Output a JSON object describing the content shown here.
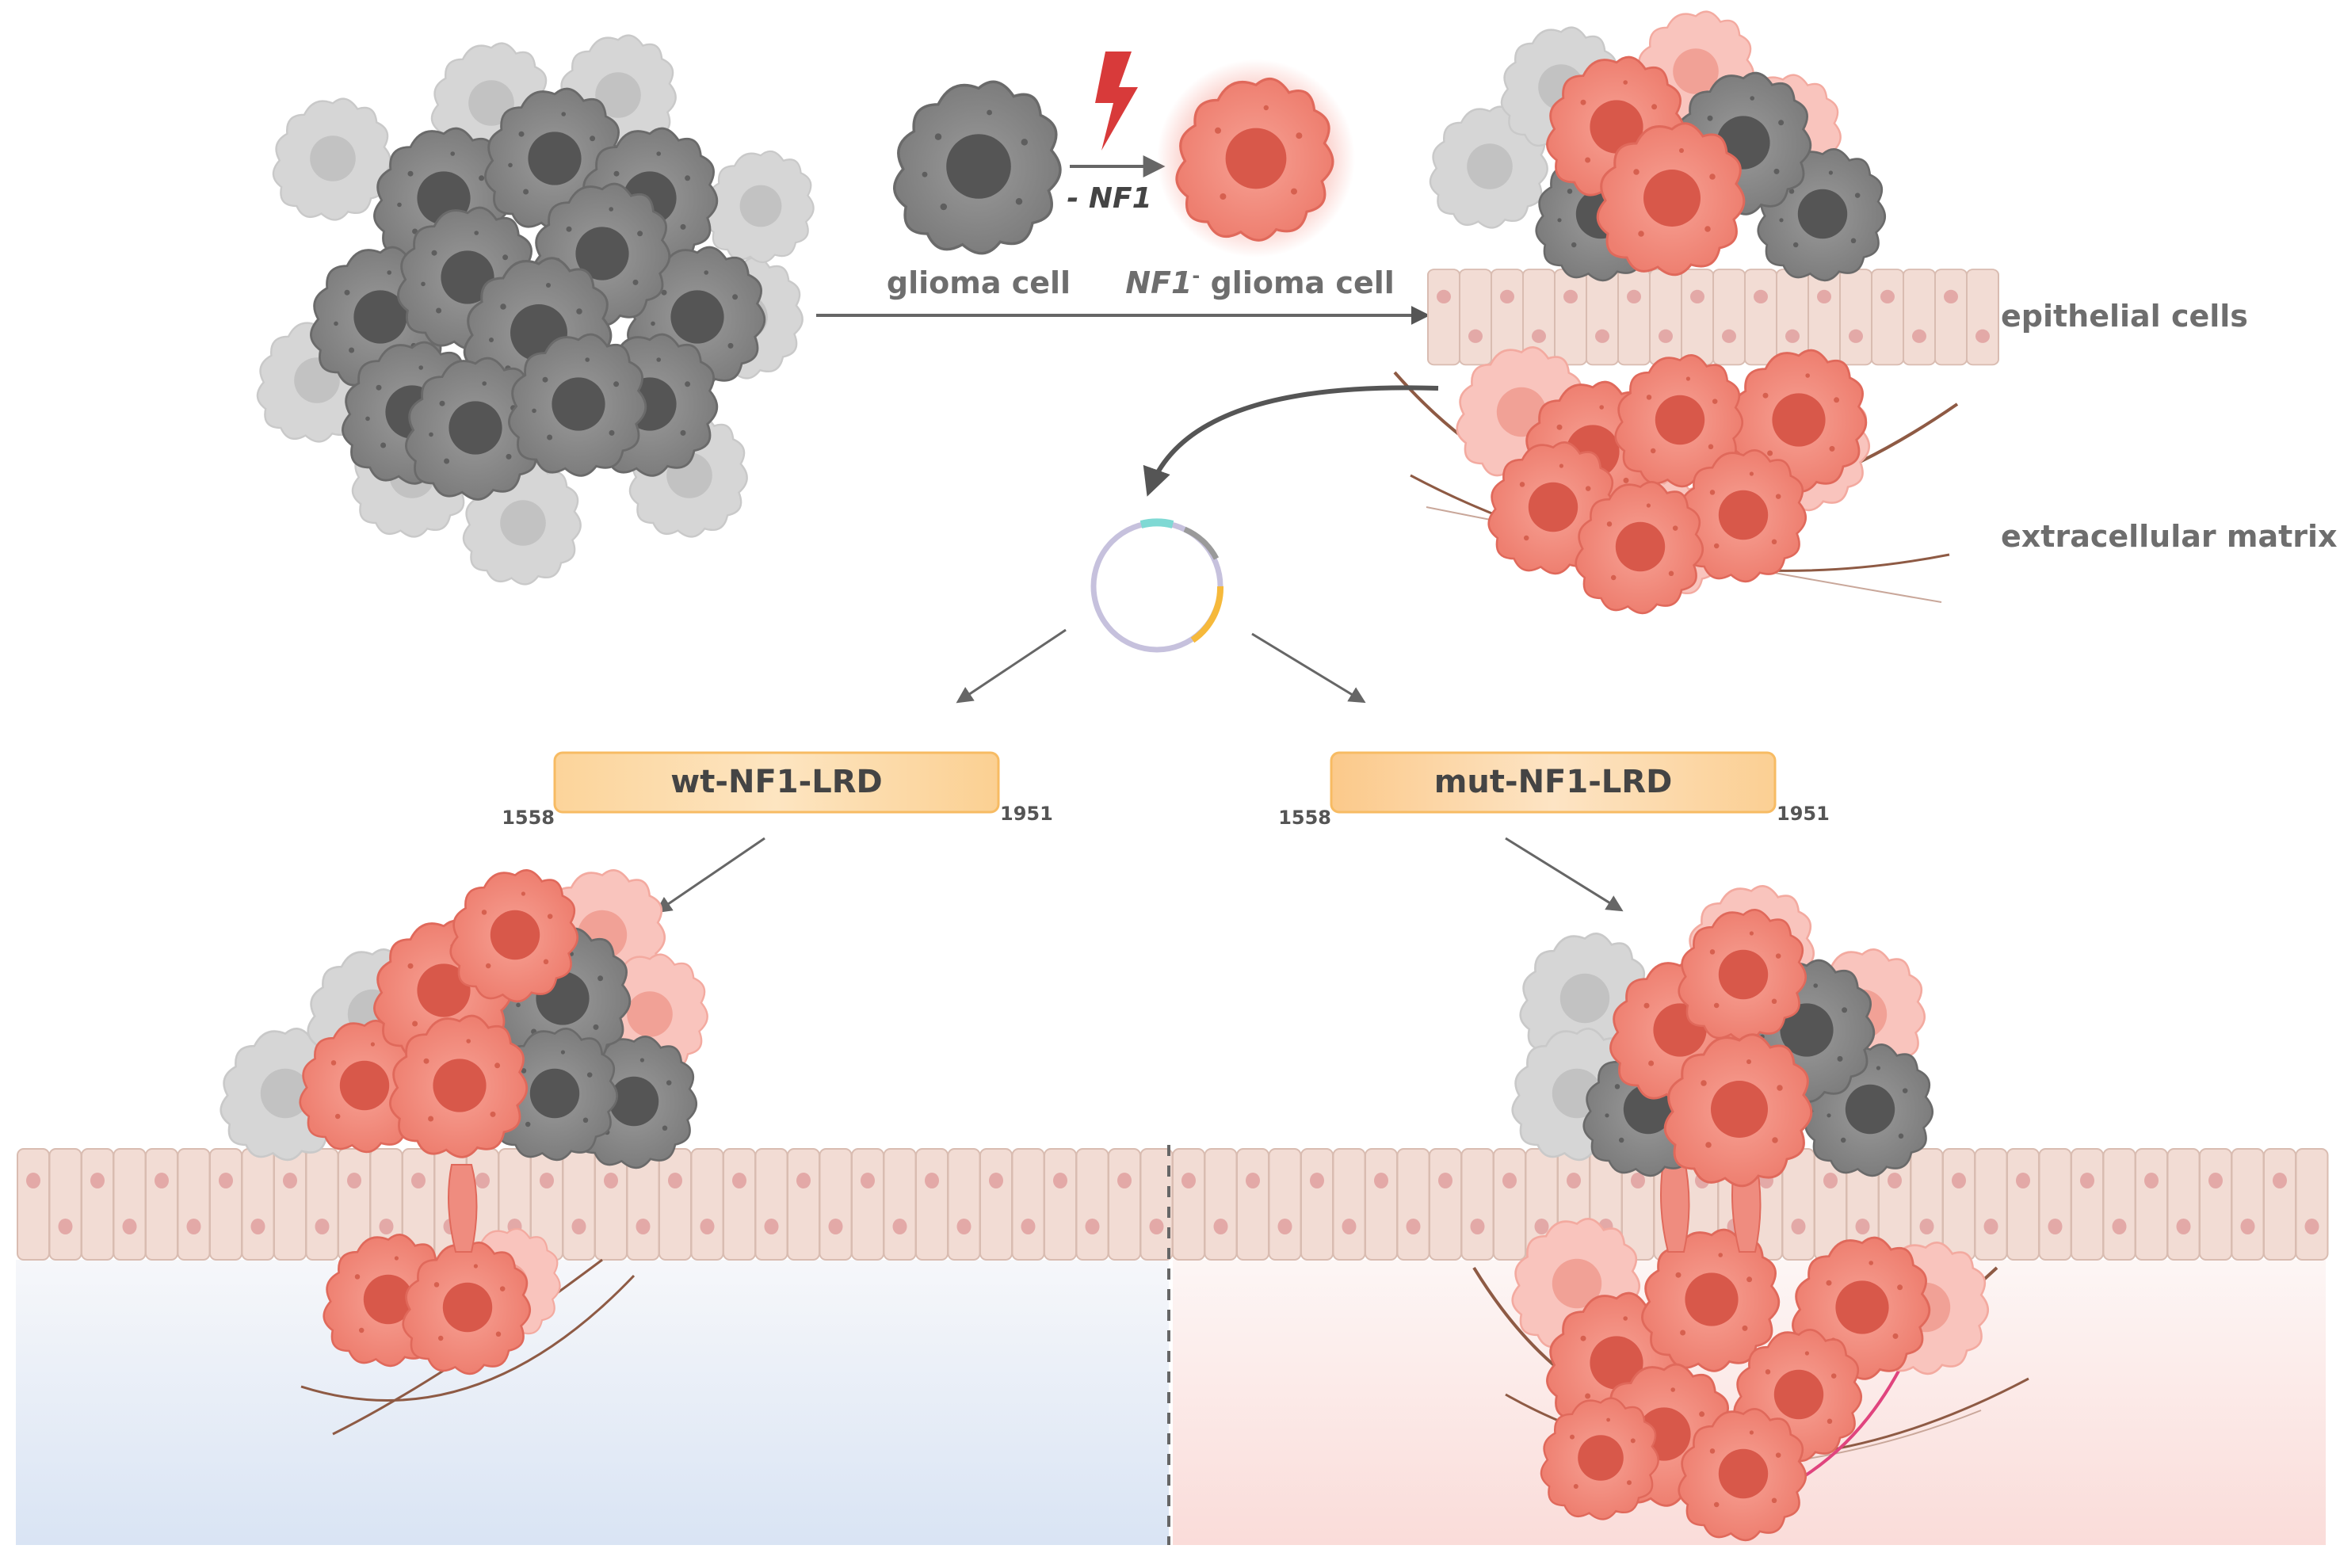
{
  "labels": {
    "glioma_cell": "glioma cell",
    "nf1_minus_label": "- NF1",
    "nf1_neg_prefix": "NF1",
    "nf1_neg_superscript": "-",
    "nf1_neg_suffix": " glioma cell",
    "epithelial_cells": "epithelial cells",
    "extracellular_matrix": "extracellular matrix"
  },
  "constructs": [
    {
      "name": "wt-NF1-LRD",
      "start": "1558",
      "end": "1951"
    },
    {
      "name": "mut-NF1-LRD",
      "start": "1558",
      "end": "1951"
    }
  ],
  "colors": {
    "glioma_gray": "#8a8a8a",
    "glioma_dark": "#5b5b5b",
    "nf1_red": "#f28b7d",
    "nf1_nucleus": "#e0695b",
    "epithelium": "#f2dcd4",
    "epithelium_nucleus": "#e3a9a7",
    "construct_bar": "#fcd59b",
    "arrow": "#666666",
    "lightning": "#d83a3a",
    "wt_background": "#dbe6f5",
    "mut_background": "#fbe2df",
    "ecm_fiber": "#8e5a44"
  },
  "icons": {
    "lightning": "lightning-bolt-icon",
    "plasmid": "plasmid-icon"
  }
}
